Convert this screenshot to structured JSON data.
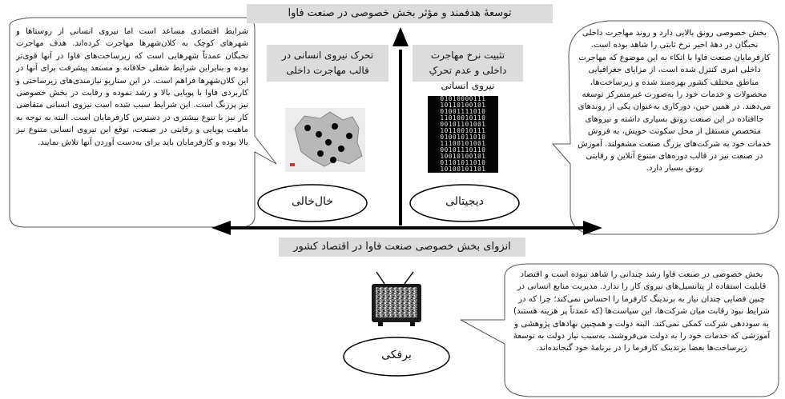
{
  "axes": {
    "top": "توسعهٔ هدفمند و مؤثر بخش خصوصی در صنعت فاوا",
    "bottom": "انزوای بخش خصوصی صنعت فاوا در اقتصاد کشور"
  },
  "quadrants": {
    "top_left": {
      "label": "تحرک نیروی انسانی در قالب مهاجرت داخلی",
      "scenario": "خال‌خالی"
    },
    "top_right": {
      "label": "تثبیت نرخ مهاجرت داخلی و عدم تحرکِ نیروی انسانی",
      "scenario": "دیجیتالی"
    },
    "bottom": {
      "scenario": "برفکی"
    }
  },
  "descriptions": {
    "left": "شرایط اقتصادی مساعد است اما نیروی انسانی از روستاها و شهرهای کوچک به کلان‌شهرها مهاجرت کرده‌اند. هدف مهاجرت نخبگان عمدتاً شهرهایی است که زیرساخت‌های فاوا در آنها قوی‌تر بوده و بنابراین شرایط شغلی خلاقانه و مستعد پیشرفت برای آنها در این کلان‌شهرها فراهم است. در این سناریو نیازمندی‌های زیرساختی و کاربردی فاوا با پویایی بالا و رشد نموده و رقابت در بخش خصوصی نیز پررنگ است. این شرایط سبب شده است نیروی انسانی متقاضی کار نیز با تنوع بیشتری در دسترس کارفرمایان است. البته به توجه به ماهیت پویایی و رقابتی در صنعت، توقع این نیروی انسانی متنوع نیز بالا بوده و کارفرمایان باید برای به‌دست آوردن آنها تلاش نمایند.",
    "right": "بخش خصوصی رونق بالایی دارد و روند مهاجرت داخلی نخبگان در دههٔ اخیر نرخ ثابتی را شاهد بوده است. کارفرمایان صنعت فاوا با اتکاء به این موضوع که مهاجرت داخلی امری کنترل شده است، از مزایای جغرافیایی مناطق مختلف کشور بهره‌مند شده و زیرساخت‌ها، محصولات و خدمات خود را به‌صورت غیرمتمرکز توسعه می‌دهند. در همین حین، دورکاری به‌عنوان یکی از روندهای جاافتاده در این صنعت رونق بسیاری داشته و نیروهای متخصص مستقل از محل سکونت خویش، به فروش خدمات خود به شرکت‌های بزرگ صنعت مشغولند. آموزش در صنعت نیز در قالب دوره‌های متنوع آنلاین و رقابتی رونق بسیار دارد.",
    "bottom": "بخش خصوصی در صنعت فاوا رشد چندانی را شاهد نبوده است و اقتصاد قابلیت استفاده از پتانسیل‌های نیروی کار را ندارد. مدیریت منابع انسانی در چنین فضایی چندان نیاز به برندینگ کارفرما را احساس نمی‌کند؛ چرا که در شرایط نبود رقابت میان شرکت‌ها، این سیاست‌ها (که عمدتاً پر هزینه هستند) به سوددهی شرکت کمکی نمی‌کند. البته دولت و همچنین نهادهای پژوهشی و آموزشی که خدمات خود را به دولت می‌فروشند، به‌سبب نیاز دولت به توسعهٔ زیرساخت‌ها بعضا برندینک کارفرما را در برنامهٔ خود گنجانده‌اند."
  },
  "binary_rows": [
    "01010000111",
    "10110100101",
    "01001111010",
    "11010010110",
    "00101101001",
    "10110010111",
    "01001011010",
    "11100101001",
    "00101110110",
    "10010100101",
    "01101011010",
    "10100101101"
  ],
  "colors": {
    "axis": "#000000",
    "label_bg": "#dcdcdc",
    "bubble_border": "#555555"
  },
  "icons": [
    "iran-map-icon",
    "binary-code-icon",
    "tv-static-icon"
  ]
}
